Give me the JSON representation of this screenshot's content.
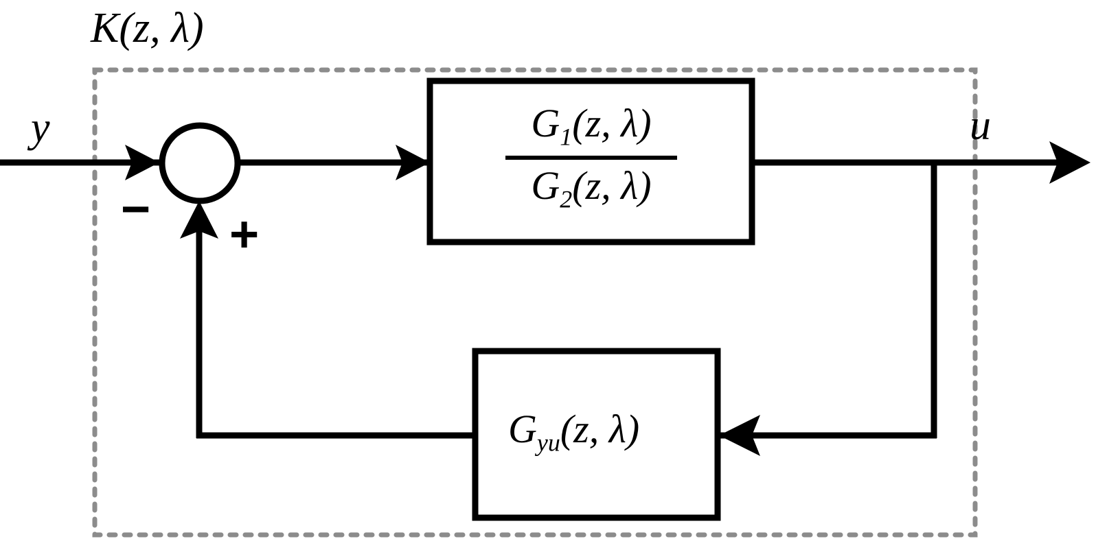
{
  "diagram": {
    "type": "control-block-diagram",
    "title": "K(z, λ)",
    "background_color": "#ffffff",
    "line_color": "#000000",
    "boundary_color": "#8c8c8c",
    "boundary": {
      "label": "K(z, λ)",
      "style": "dashed",
      "description": "Dashed rectangle enclosing the controller"
    },
    "signals": {
      "input_label": "y",
      "output_label": "u"
    },
    "summing_junction": {
      "name": "summing-junction",
      "negative_sign": "−",
      "positive_sign": "+",
      "inputs": [
        {
          "from": "y",
          "sign": "−",
          "side": "left"
        },
        {
          "from": "G_yu feedback",
          "sign": "+",
          "side": "bottom"
        }
      ]
    },
    "blocks": [
      {
        "id": "forward-block",
        "kind": "fraction",
        "numerator": "G",
        "numerator_sub": "1",
        "numerator_args": "(z, λ)",
        "denominator": "G",
        "denominator_sub": "2",
        "denominator_args": "(z, λ)",
        "full_text": "G1(z, λ) / G2(z, λ)"
      },
      {
        "id": "feedback-block",
        "kind": "transfer-function",
        "symbol": "G",
        "subscript": "yu",
        "args": "(z, λ)",
        "full_text": "G_yu (z, λ)"
      }
    ],
    "connections": [
      {
        "from": "y-input",
        "to": "summing-junction",
        "arrow": "right"
      },
      {
        "from": "summing-junction",
        "to": "forward-block",
        "arrow": "right"
      },
      {
        "from": "forward-block",
        "to": "u-output",
        "arrow": "right"
      },
      {
        "from": "output-tap",
        "to": "feedback-block",
        "arrow": "left"
      },
      {
        "from": "feedback-block",
        "to": "summing-junction",
        "arrow": "up"
      }
    ]
  }
}
